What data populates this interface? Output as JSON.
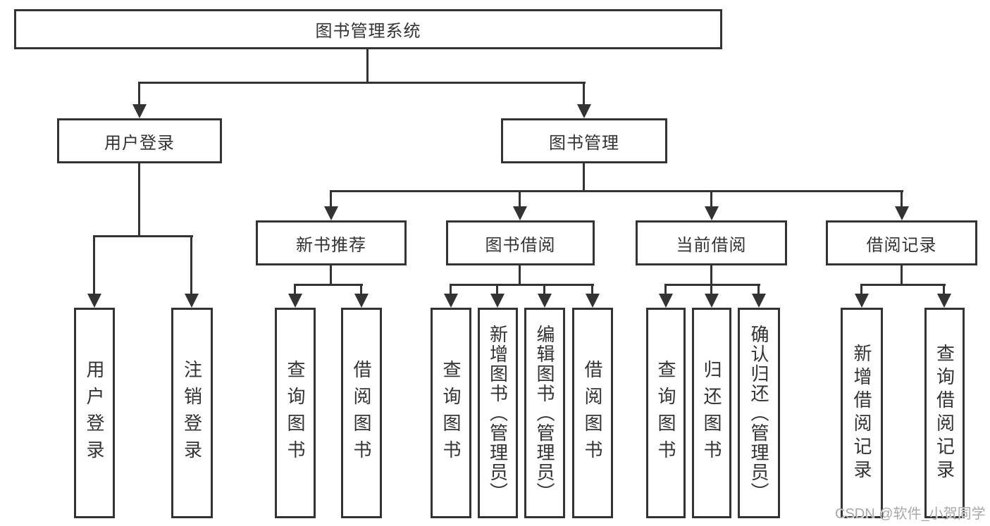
{
  "tree": {
    "root": {
      "label": "图书管理系统"
    },
    "branches": [
      {
        "label": "用户登录",
        "children": [
          "用户登录",
          "注销登录"
        ]
      },
      {
        "label": "图书管理",
        "children": [
          {
            "label": "新书推荐",
            "children": [
              "查询图书",
              "借阅图书"
            ]
          },
          {
            "label": "图书借阅",
            "children": [
              "查询图书",
              "新增图书（管理员）",
              "编辑图书（管理员）",
              "借阅图书"
            ]
          },
          {
            "label": "当前借阅",
            "children": [
              "查询图书",
              "归还图书",
              "确认归还（管理员）"
            ]
          },
          {
            "label": "借阅记录",
            "children": [
              "新增借阅记录",
              "查询借阅记录"
            ]
          }
        ]
      }
    ]
  },
  "watermark": {
    "text": "CSDN @软件_小贺同学"
  },
  "colors": {
    "line": "#333333",
    "text": "#333333",
    "watermark": "#a9a9a9",
    "background": "#ffffff"
  }
}
